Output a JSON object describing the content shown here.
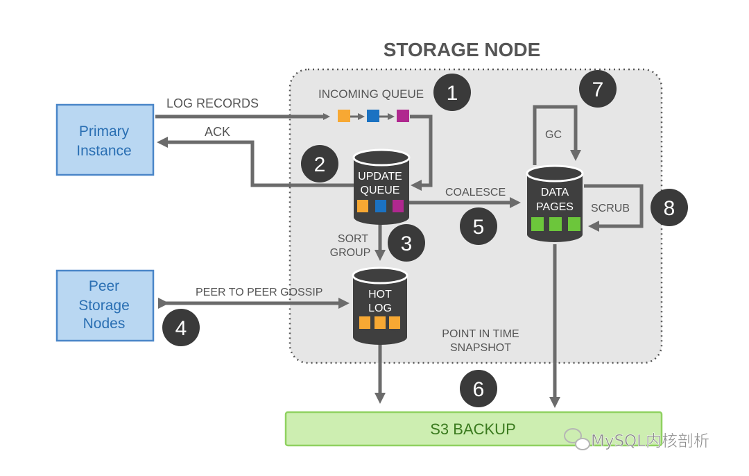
{
  "title": "STORAGE NODE",
  "left_boxes": {
    "primary": [
      "Primary",
      "Instance"
    ],
    "peer": [
      "Peer",
      "Storage",
      "Nodes"
    ]
  },
  "labels": {
    "log_records": "LOG RECORDS",
    "ack": "ACK",
    "incoming_queue": "INCOMING QUEUE",
    "coalesce": "COALESCE",
    "gc": "GC",
    "scrub": "SCRUB",
    "sort_group": [
      "SORT",
      "GROUP"
    ],
    "peer_gossip": "PEER TO PEER GOSSIP",
    "snapshot": [
      "POINT IN TIME",
      "SNAPSHOT"
    ]
  },
  "cylinders": {
    "update_queue": [
      "UPDATE",
      "QUEUE"
    ],
    "hot_log": [
      "HOT",
      "LOG"
    ],
    "data_pages": [
      "DATA",
      "PAGES"
    ]
  },
  "steps": [
    "1",
    "2",
    "3",
    "4",
    "5",
    "6",
    "7",
    "8"
  ],
  "backup": "S3 BACKUP",
  "watermark": "MySQL内核剖析",
  "colors": {
    "box_border": "#4a86c8",
    "box_fill": "#b9d7f2",
    "node_fill": "#e6e6e6",
    "cylinder": "#3f3f3f",
    "arrow": "#6b6b6b",
    "orange": "#f7a833",
    "blue": "#1b72c2",
    "magenta": "#b0288f",
    "green": "#6cc63b",
    "backup_fill": "#cdeeb1",
    "backup_border": "#8fd160"
  }
}
